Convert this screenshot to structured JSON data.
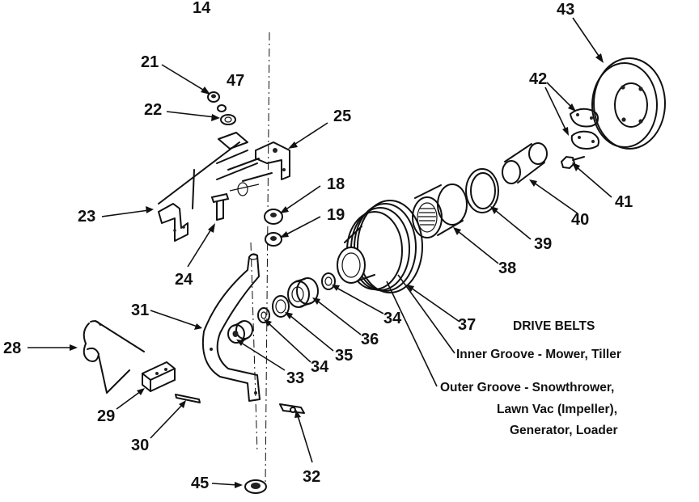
{
  "callouts": [
    {
      "id": "14",
      "text": "14"
    },
    {
      "id": "21",
      "text": "21"
    },
    {
      "id": "47",
      "text": "47"
    },
    {
      "id": "22",
      "text": "22"
    },
    {
      "id": "25",
      "text": "25"
    },
    {
      "id": "23",
      "text": "23"
    },
    {
      "id": "24",
      "text": "24"
    },
    {
      "id": "18",
      "text": "18"
    },
    {
      "id": "19",
      "text": "19"
    },
    {
      "id": "43",
      "text": "43"
    },
    {
      "id": "42",
      "text": "42"
    },
    {
      "id": "41",
      "text": "41"
    },
    {
      "id": "40",
      "text": "40"
    },
    {
      "id": "39",
      "text": "39"
    },
    {
      "id": "38",
      "text": "38"
    },
    {
      "id": "37",
      "text": "37"
    },
    {
      "id": "34a",
      "text": "34"
    },
    {
      "id": "36",
      "text": "36"
    },
    {
      "id": "35",
      "text": "35"
    },
    {
      "id": "34b",
      "text": "34"
    },
    {
      "id": "33",
      "text": "33"
    },
    {
      "id": "31",
      "text": "31"
    },
    {
      "id": "28",
      "text": "28"
    },
    {
      "id": "29",
      "text": "29"
    },
    {
      "id": "30",
      "text": "30"
    },
    {
      "id": "32",
      "text": "32"
    },
    {
      "id": "45",
      "text": "45"
    }
  ],
  "legend": {
    "title": "DRIVE BELTS",
    "inner_groove": "Inner Groove - Mower, Tiller",
    "outer_groove_line1": "Outer Groove - Snowthrower,",
    "outer_groove_line2": "Lawn Vac (Impeller),",
    "outer_groove_line3": "Generator, Loader"
  }
}
